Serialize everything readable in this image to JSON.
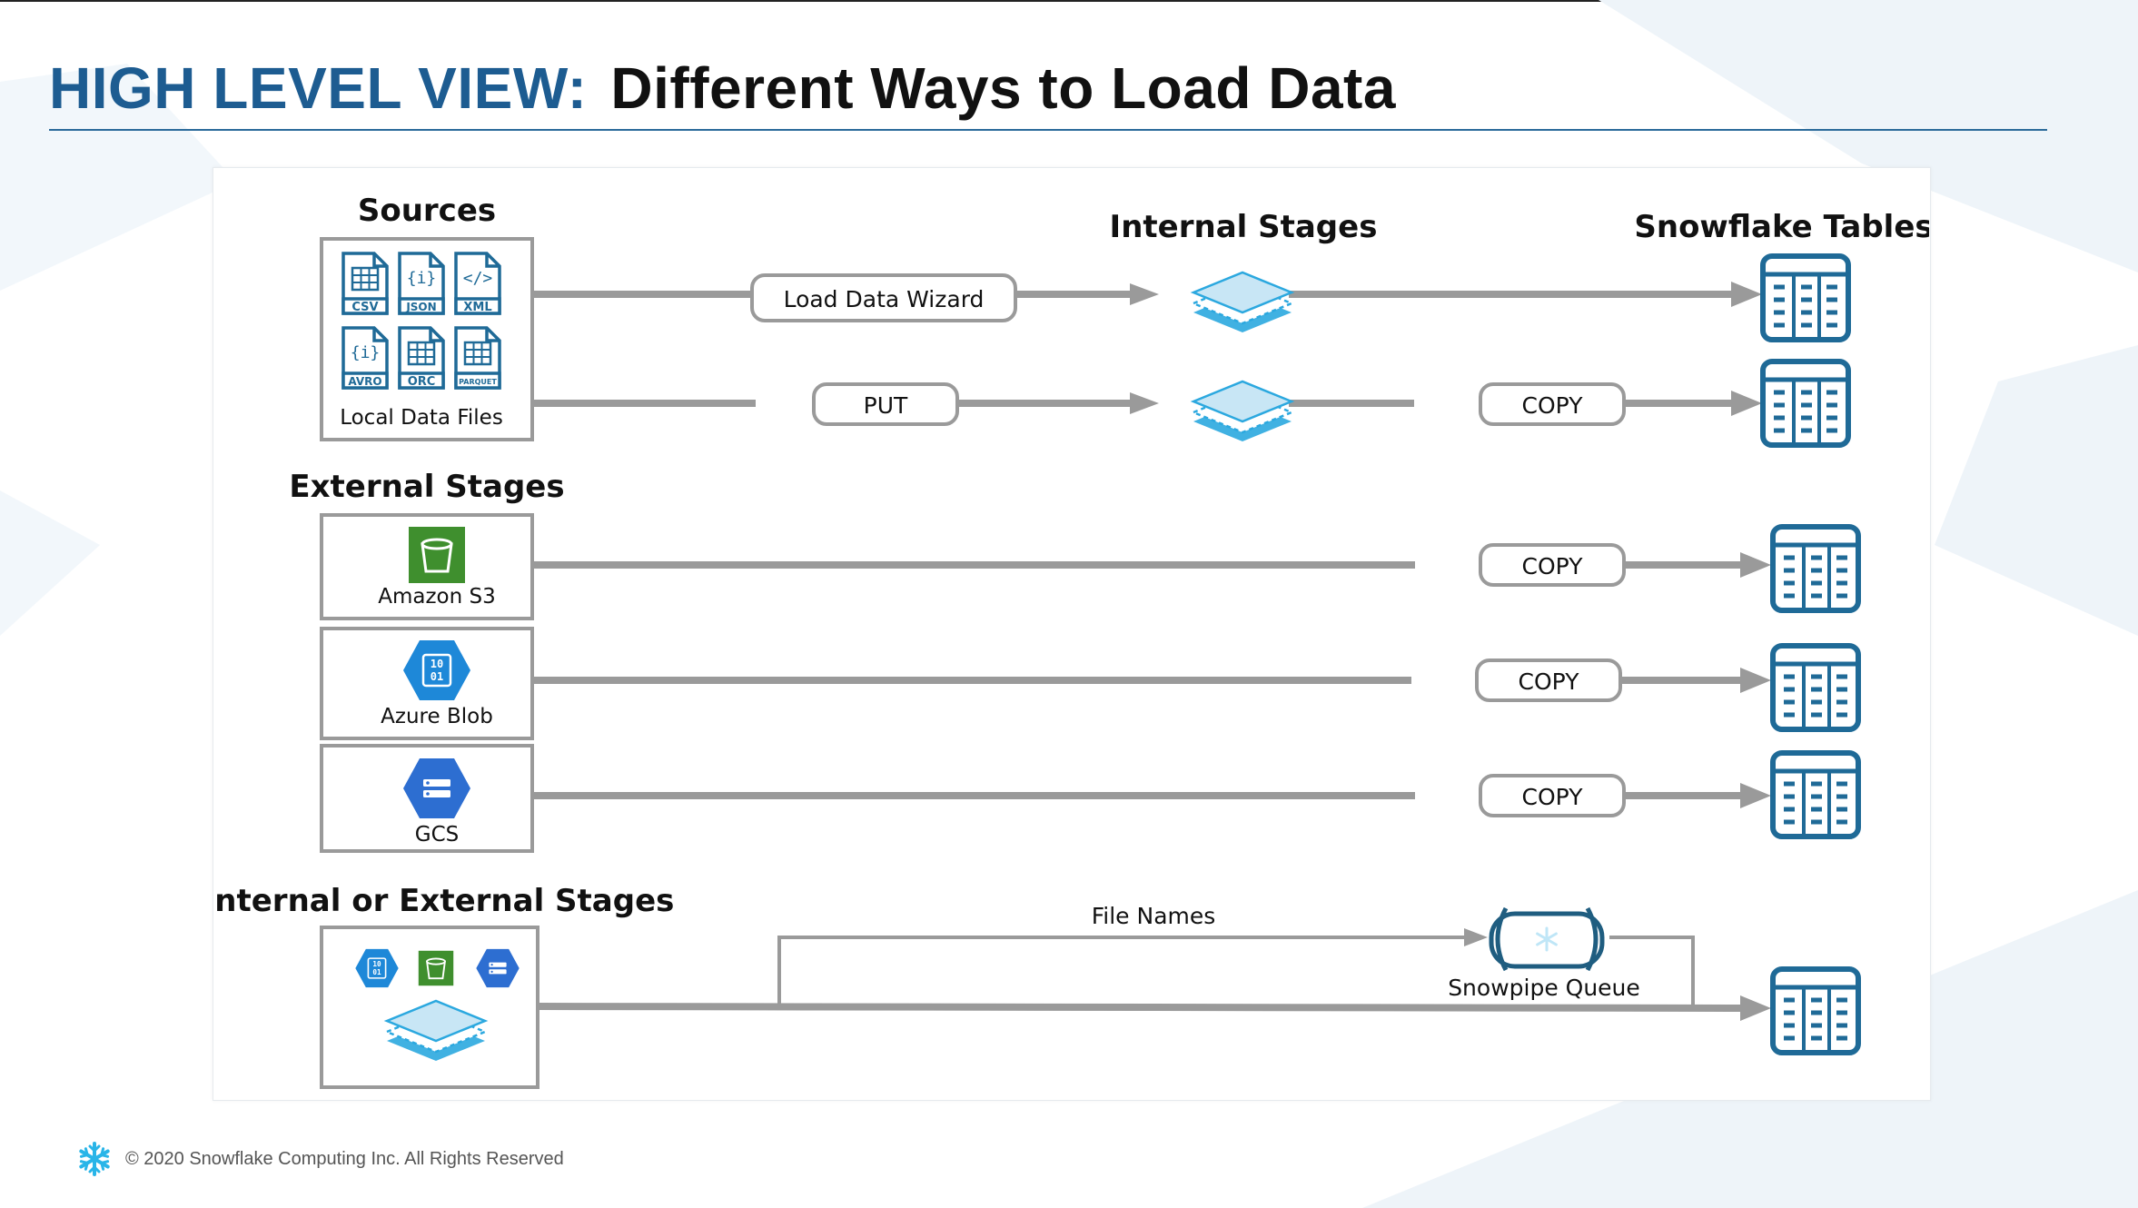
{
  "title": {
    "prefix": "HIGH LEVEL VIEW:",
    "main": "Different Ways to Load Data"
  },
  "headings": {
    "sources": "Sources",
    "internal_stages": "Internal Stages",
    "snowflake_tables": "Snowflake Tables",
    "external_stages": "External Stages",
    "internal_or_external": "Internal or External Stages"
  },
  "sources": {
    "label": "Local Data Files",
    "file_types": [
      "CSV",
      "JSON",
      "XML",
      "AVRO",
      "ORC",
      "PARQUET"
    ]
  },
  "external_sources": {
    "s3": "Amazon S3",
    "azure": "Azure Blob",
    "gcs": "GCS"
  },
  "flow_labels": {
    "load_data_wizard": "Load Data Wizard",
    "put": "PUT",
    "copy": "COPY",
    "file_names": "File Names",
    "snowpipe_queue": "Snowpipe Queue"
  },
  "icon_glyphs": {
    "json": "{i}",
    "xml": "</>",
    "avro": "{i}",
    "azure": "10\n01"
  },
  "colors": {
    "title_blue": "#1d5c91",
    "table_blue": "#1f6a97",
    "stage_light": "#c8e6f5",
    "stage_mid": "#2ba8df",
    "arrow_gray": "#9a9a9a",
    "s3_green": "#3f8f2e",
    "azure_blue": "#1e88d8",
    "gcs_blue": "#2d6ed1",
    "snowflake_cyan": "#29b5e8"
  },
  "footer": {
    "copyright": "© 2020 Snowflake Computing Inc. All Rights Reserved"
  }
}
